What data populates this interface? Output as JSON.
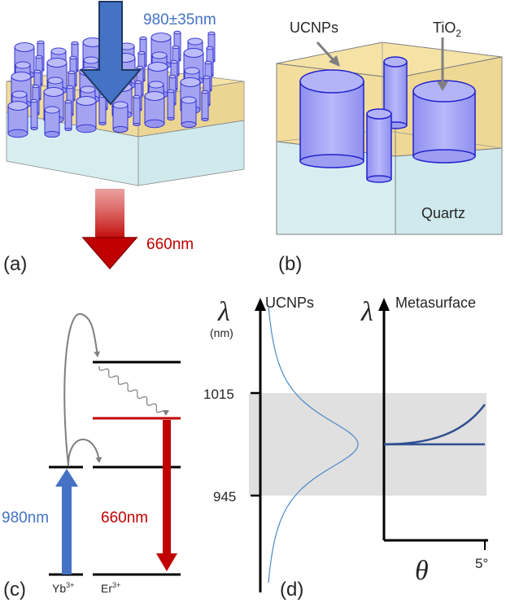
{
  "panel_a": {
    "label": "(a)",
    "pump_label": "980±35nm",
    "emission_label": "660nm"
  },
  "panel_b": {
    "label": "(b)",
    "ucnps_label": "UCNPs",
    "tio2_label": "TiO",
    "tio2_subscript": "2",
    "quartz_label": "Quartz"
  },
  "panel_c": {
    "label": "(c)",
    "excitation_label": "980nm",
    "emission_label": "660nm",
    "yb_label": "Yb",
    "yb_charge": "3+",
    "er_label": "Er",
    "er_charge": "3+"
  },
  "panel_d": {
    "label": "(d)",
    "lambda_left": "λ",
    "unit": "(nm)",
    "ucnps_title": "UCNPs",
    "lambda_right": "λ",
    "metasurface_title": "Metasurface",
    "tick_high": "1015",
    "tick_low": "945",
    "theta_label": "θ",
    "theta_tick": "5°"
  },
  "colors": {
    "blue": "#4472c4",
    "red": "#c00000",
    "gold": "#f5e3a6",
    "cyan": "#d7eef0",
    "pillar": "#a8a8f5",
    "band": "#e0e0e0"
  }
}
